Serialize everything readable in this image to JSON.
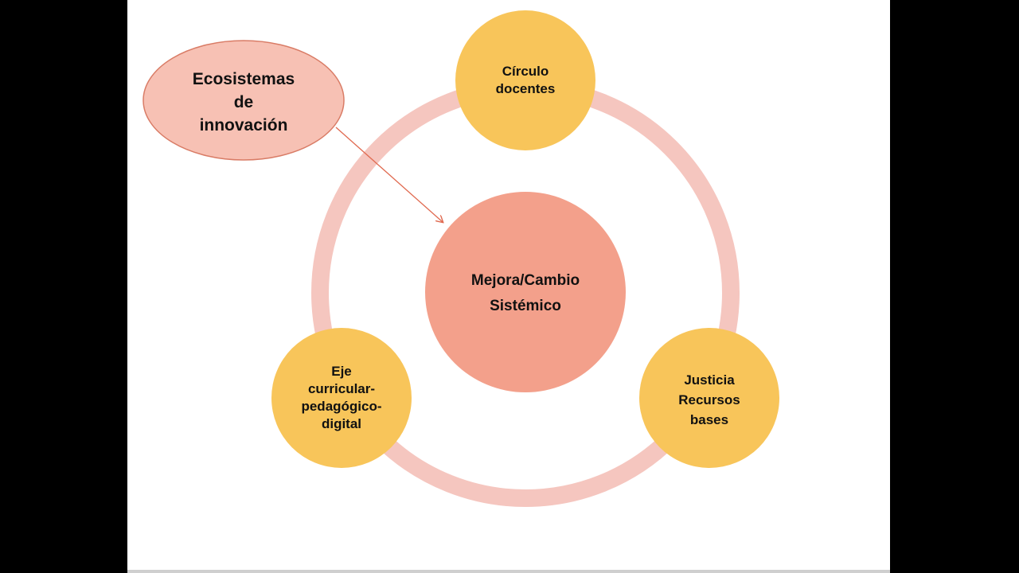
{
  "diagram": {
    "center": {
      "lines": [
        "Mejora/Cambio",
        "Sistémico"
      ]
    },
    "nodes": {
      "top": {
        "lines": [
          "Círculo",
          "docentes"
        ]
      },
      "left": {
        "lines": [
          "Eje",
          "curricular-",
          "pedagógico-",
          "digital"
        ]
      },
      "right": {
        "lines": [
          "Justicia",
          "Recursos",
          "bases"
        ]
      }
    },
    "callout": {
      "lines": [
        "Ecosistemas",
        "de",
        "innovación"
      ]
    }
  },
  "colors": {
    "ring": "#f5c6bf",
    "node_fill": "#f8c55a",
    "center_fill": "#f3a08b",
    "callout_fill": "#f7c1b4",
    "callout_stroke": "#d97c66",
    "arrow": "#e06a50"
  }
}
